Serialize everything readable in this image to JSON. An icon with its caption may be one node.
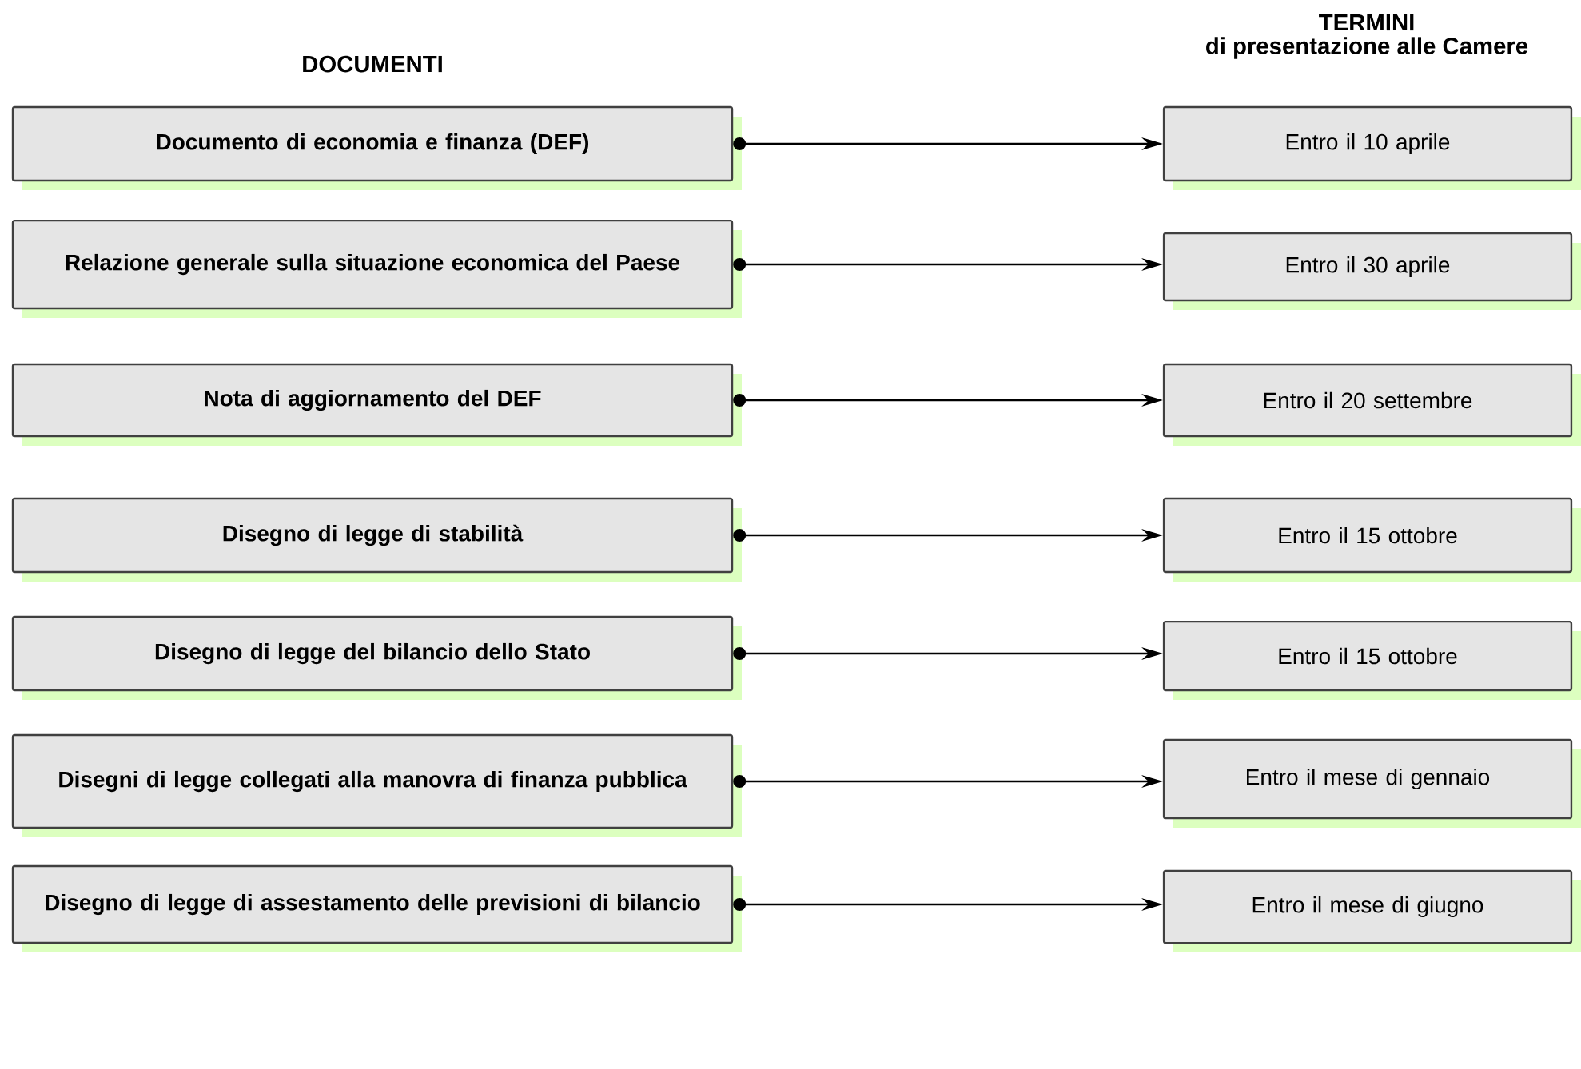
{
  "diagram": {
    "nodes": [
      {
        "text": [
          "Documento di economia e finanza (DEF)"
        ]
      },
      {
        "text": [
          "Entro il 10 aprile"
        ]
      },
      {
        "text": [
          "Relazione generale sulla situazione economica del Paese"
        ]
      },
      {
        "text": [
          "Entro il 30 aprile"
        ]
      },
      {
        "text": [
          "Nota di aggiornamento del DEF"
        ]
      },
      {
        "text": [
          "Entro il 20 settembre"
        ]
      },
      {
        "text": [
          "Disegno di legge di stabilità"
        ]
      },
      {
        "text": [
          "Entro il 15 ottobre"
        ]
      },
      {
        "text": [
          "Disegno di legge del bilancio dello Stato"
        ]
      },
      {
        "text": [
          "Entro il 15 ottobre"
        ]
      },
      {
        "text": [
          "Disegni di legge collegati alla manovra di finanza pubblica"
        ]
      },
      {
        "text": [
          "Entro il mese di gennaio"
        ]
      },
      {
        "text": [
          "Disegno di legge di assestamento delle previsioni di bilancio"
        ]
      },
      {
        "text": [
          "Entro il mese di giugno"
        ]
      }
    ],
    "edges": [
      {
        "from": 0,
        "to": 1,
        "arrow": "to"
      },
      {
        "from": 2,
        "to": 3,
        "arrow": "to"
      },
      {
        "from": 4,
        "to": 5,
        "arrow": "to"
      },
      {
        "from": 6,
        "to": 7,
        "arrow": "to"
      },
      {
        "from": 8,
        "to": 9,
        "arrow": "to"
      },
      {
        "from": 10,
        "to": 11,
        "arrow": "to"
      },
      {
        "from": 12,
        "to": 13,
        "arrow": "to"
      }
    ],
    "labels": [
      "TERMINI",
      "DOCUMENTI",
      "di presentazione alle Camere"
    ]
  }
}
